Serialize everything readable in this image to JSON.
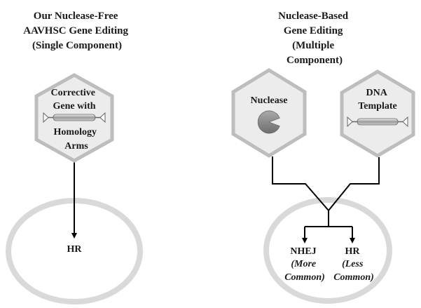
{
  "left_panel": {
    "title_lines": [
      "Our Nuclease-Free",
      "AAVHSC  Gene Editing",
      "(Single Component)"
    ],
    "hexagon_lines": [
      "Corrective",
      "Gene with",
      "Homology",
      "Arms"
    ],
    "outcome": "HR"
  },
  "right_panel": {
    "title_lines": [
      "Nuclease-Based",
      "Gene Editing",
      "(Multiple",
      "Component)"
    ],
    "nuclease_label": "Nuclease",
    "template_lines": [
      "DNA",
      "Template"
    ],
    "outcome_nhej": "NHEJ",
    "outcome_nhej_note_lines": [
      "(More",
      "Common)"
    ],
    "outcome_hr": "HR",
    "outcome_hr_note_lines": [
      "(Less",
      "Common)"
    ]
  },
  "colors": {
    "hexagon_fill": "#ececec",
    "hexagon_stroke": "#bdbdbd",
    "cell_stroke": "#d9d9d9",
    "line": "#000000",
    "text": "#1a1a1a",
    "pacman": "#8a8a8a"
  }
}
